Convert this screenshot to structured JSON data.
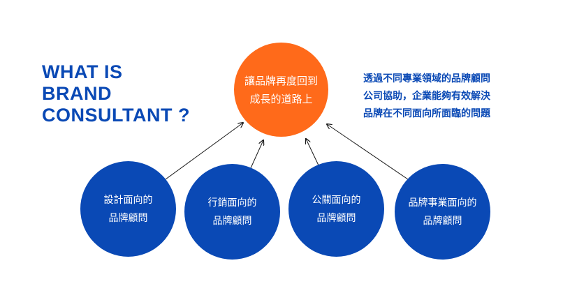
{
  "title": {
    "lines": [
      "WHAT IS",
      "BRAND",
      "CONSULTANT ?"
    ]
  },
  "description": {
    "lines": [
      "透過不同專業領域的品牌顧問",
      "公司協助，企業能夠有效解決",
      "品牌在不同面向所面臨的問題"
    ]
  },
  "goal": {
    "lines": [
      "讓品牌再度回到",
      "成長的道路上"
    ]
  },
  "consultants": [
    {
      "lines": [
        "設計面向的",
        "品牌顧問"
      ]
    },
    {
      "lines": [
        "行銷面向的",
        "品牌顧問"
      ]
    },
    {
      "lines": [
        "公關面向的",
        "品牌顧問"
      ]
    },
    {
      "lines": [
        "品牌事業面向的",
        "品牌顧問"
      ]
    }
  ],
  "colors": {
    "primary_blue": "#0a49b5",
    "accent_orange": "#ff6a1a",
    "arrow": "#1a1a1a"
  }
}
